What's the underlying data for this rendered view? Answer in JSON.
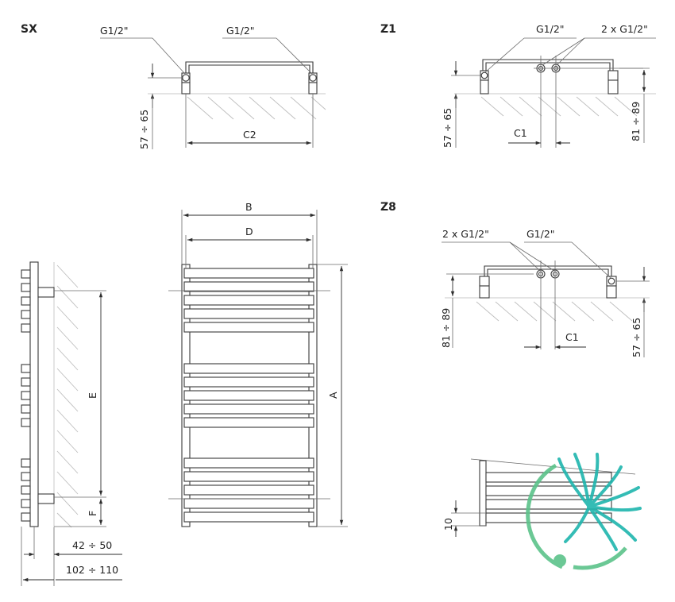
{
  "sections": {
    "sx": "SX",
    "z1": "Z1",
    "z8": "Z8"
  },
  "labels": {
    "g_half": "G1/2\"",
    "g_half_2": "G1/2\"",
    "g_half_z1": "G1/2\"",
    "g_double_z1": "2 x G1/2\"",
    "g_double_z8": "2 x G1/2\"",
    "g_half_z8": "G1/2\""
  },
  "dimensions": {
    "sx_height": "57 ÷ 65",
    "sx_c2": "C2",
    "z1_left": "57 ÷ 65",
    "z1_right": "81 ÷ 89",
    "z1_c1": "C1",
    "z8_left": "81 ÷ 89",
    "z8_right": "57 ÷ 65",
    "z8_c1": "C1",
    "b": "B",
    "d": "D",
    "a": "A",
    "e": "E",
    "f": "F",
    "side_1": "42 ÷ 50",
    "side_2": "102 ÷ 110",
    "detail": "10"
  },
  "colors": {
    "line": "#3a3a3a",
    "hatch": "#bdbdbd",
    "logo_teal": "#1fb5ad",
    "logo_green": "#5cc38a"
  },
  "logo": "watermark-logo"
}
